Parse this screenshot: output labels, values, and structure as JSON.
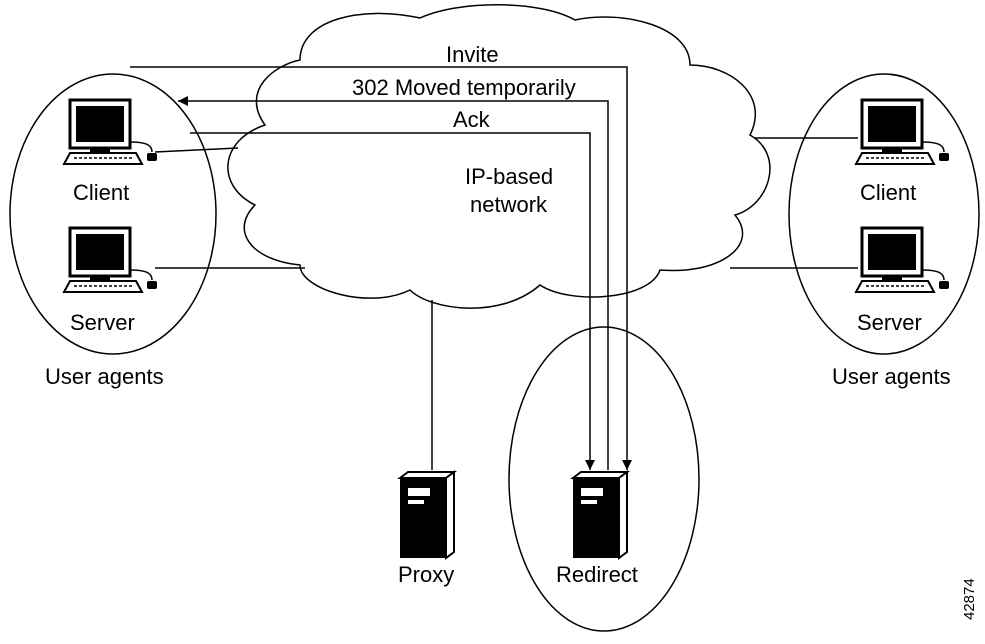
{
  "cloud": {
    "label_line1": "IP-based",
    "label_line2": "network"
  },
  "messages": {
    "invite": "Invite",
    "moved": "302 Moved temporarily",
    "ack": "Ack"
  },
  "left_group": {
    "client_label": "Client",
    "server_label": "Server",
    "group_label": "User agents"
  },
  "right_group": {
    "client_label": "Client",
    "server_label": "Server",
    "group_label": "User agents"
  },
  "proxy": {
    "label": "Proxy"
  },
  "redirect": {
    "label": "Redirect"
  },
  "figure_id": "42874"
}
